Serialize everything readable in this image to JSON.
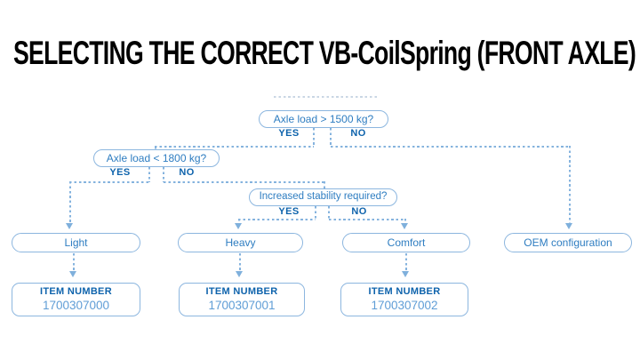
{
  "title": "SELECTING THE CORRECT VB-CoilSpring (FRONT AXLE)",
  "colors": {
    "accent_line": "#85b3de",
    "box_border": "#8cb6df",
    "decision_text": "#2e7dc1",
    "bold_label": "#0e63ac",
    "item_number_text": "#5f9dd6",
    "title_text": "#000000"
  },
  "flowchart": {
    "decision_axle_1500": {
      "label": "Axle load > 1500 kg?",
      "yes_label": "YES",
      "no_label": "NO"
    },
    "decision_axle_1800": {
      "label": "Axle load < 1800 kg?",
      "yes_label": "YES",
      "no_label": "NO"
    },
    "decision_stability": {
      "label": "Increased stability required?",
      "yes_label": "YES",
      "no_label": "NO"
    },
    "outcome_light": {
      "label": "Light"
    },
    "outcome_heavy": {
      "label": "Heavy"
    },
    "outcome_comfort": {
      "label": "Comfort"
    },
    "outcome_oem": {
      "label": "OEM configuration"
    },
    "item_light": {
      "heading": "ITEM NUMBER",
      "number": "1700307000"
    },
    "item_heavy": {
      "heading": "ITEM NUMBER",
      "number": "1700307001"
    },
    "item_comfort": {
      "heading": "ITEM NUMBER",
      "number": "1700307002"
    }
  }
}
